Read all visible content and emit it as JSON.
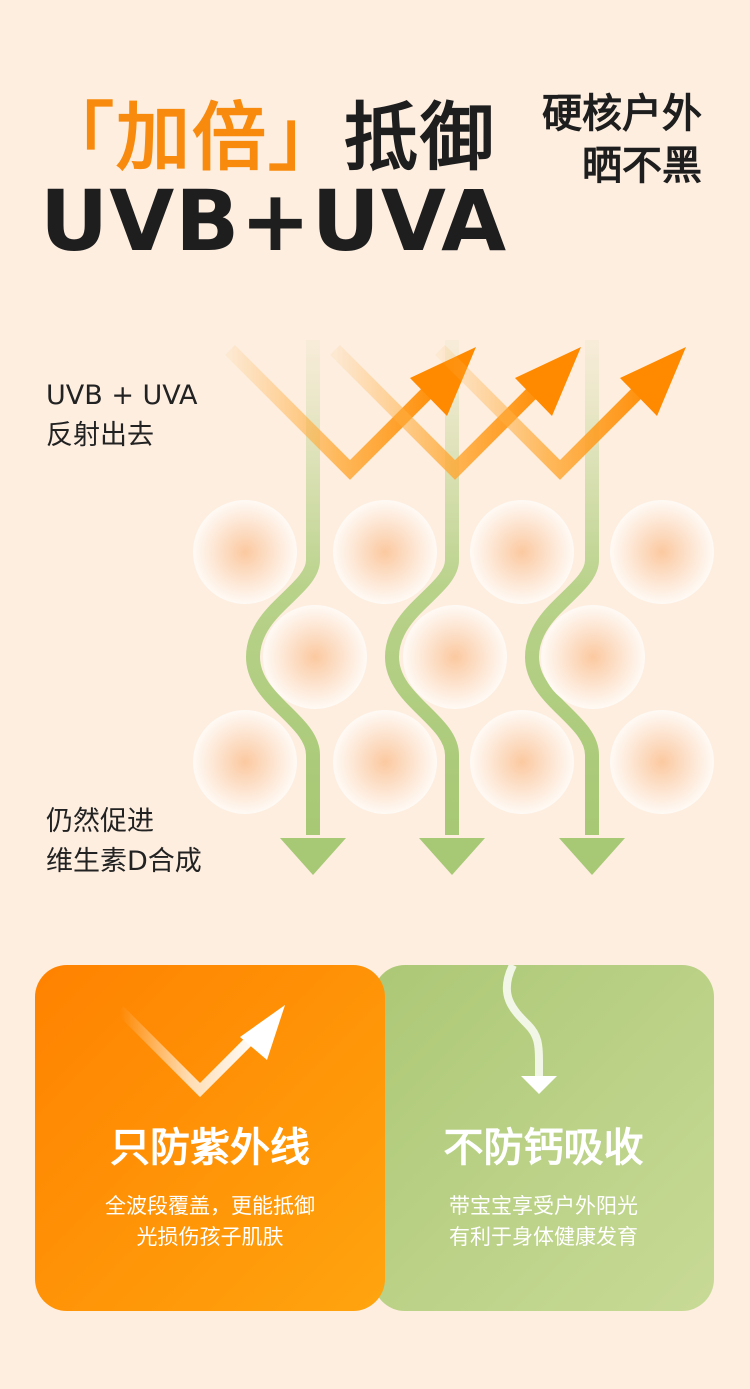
{
  "header": {
    "bracket_open": "「",
    "highlight": "加倍",
    "bracket_close": "」",
    "title_rest": "抵御",
    "title_line2": "UVB+UVA",
    "side_line1": "硬核户外",
    "side_line2": "晒不黑"
  },
  "diagram": {
    "reflect_label_1": "UVB + UVA",
    "reflect_label_2": "反射出去",
    "pass_label_1": "仍然促进",
    "pass_label_2": "维生素D合成"
  },
  "cards": [
    {
      "title": "只防紫外线",
      "line1": "全波段覆盖，更能抵御",
      "line2": "光损伤孩子肌肤"
    },
    {
      "title": "不防钙吸收",
      "line1": "带宝宝享受户外阳光",
      "line2": "有利于身体健康发育"
    }
  ],
  "colors": {
    "accent": "#f88a0e",
    "green": "#a8c878",
    "background": "#fdeee0"
  }
}
